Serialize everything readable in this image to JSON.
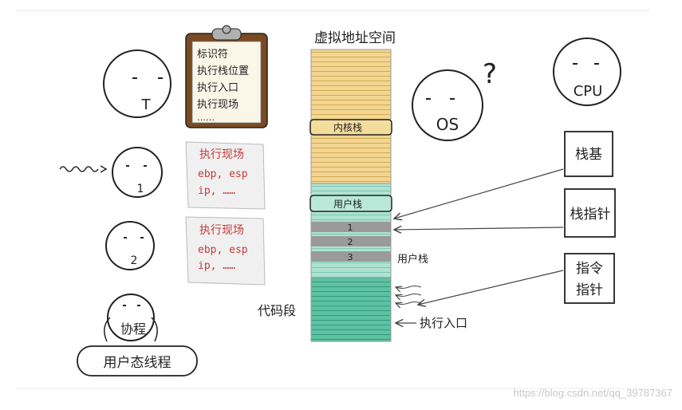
{
  "address_space": {
    "title": "虚拟地址空间",
    "kernel_stack": "内核栈",
    "user_stack_box": "用户栈",
    "frames": [
      "1",
      "2",
      "3"
    ],
    "user_stack_side": "用户栈",
    "code_segment": "代码段",
    "entry": "执行入口"
  },
  "threads": {
    "t_label": "T",
    "t1_label": "1",
    "t2_label": "2",
    "coroutine": "协程",
    "user_thread": "用户态线程"
  },
  "clipboard": {
    "lines": [
      "标识符",
      "执行栈位置",
      "执行入口",
      "执行现场",
      "……"
    ]
  },
  "contexts": [
    {
      "title": "执行现场",
      "line1": "ebp, esp",
      "line2": "ip, ……"
    },
    {
      "title": "执行现场",
      "line1": "ebp, esp",
      "line2": "ip, ……"
    }
  ],
  "os": {
    "label": "OS",
    "question": "?"
  },
  "cpu": {
    "label": "CPU",
    "stack_base": "栈基",
    "stack_pointer": "栈指针",
    "ip_line1": "指令",
    "ip_line2": "指针"
  },
  "watermark": "https://blog.csdn.net/qq_39787367",
  "colors": {
    "kernel_fill": "#f2d691",
    "user_fill": "#aee3d2",
    "code_fill": "#5cc2a2",
    "frame_fill": "#9a9a9a",
    "context_red": "#c43b3b"
  }
}
